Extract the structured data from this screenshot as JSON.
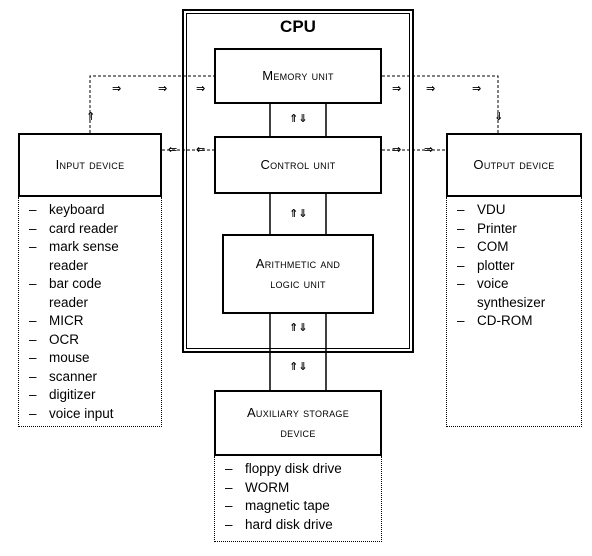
{
  "cpu": {
    "title": "CPU"
  },
  "boxes": {
    "memory": "Memory unit",
    "control": "Control unit",
    "alu_line1": "Arithmetic and",
    "alu_line2": "logic unit",
    "input": "Input device",
    "output": "Output device",
    "aux_line1": "Auxiliary storage",
    "aux_line2": "device"
  },
  "input_devices": [
    "keyboard",
    "card reader",
    "mark sense",
    "reader",
    "bar code",
    "reader",
    "MICR",
    "OCR",
    "mouse",
    "scanner",
    "digitizer",
    "voice input"
  ],
  "output_devices": [
    "VDU",
    "Printer",
    "COM",
    "plotter",
    "voice",
    "synthesizer",
    "CD-ROM"
  ],
  "storage_devices": [
    "floppy disk drive",
    "WORM",
    "magnetic tape",
    "hard disk drive"
  ],
  "icons": {
    "arrow_right": "⇒",
    "arrow_left": "⇐",
    "arrow_up": "⇑",
    "arrow_down": "⇓",
    "arrow_updown": "⇑⇓"
  }
}
